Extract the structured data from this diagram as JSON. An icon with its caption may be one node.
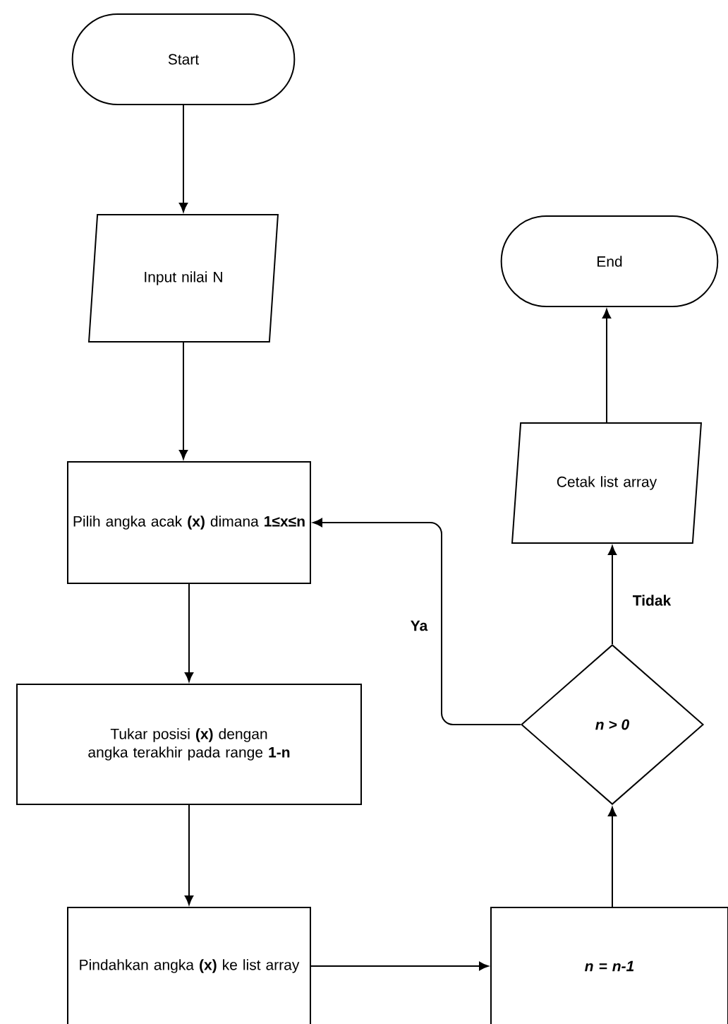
{
  "diagram": {
    "nodes": [
      {
        "text": [
          "Start"
        ]
      },
      {
        "text": [
          "Input nilai N"
        ]
      },
      {
        "text": [
          "Pilih angka acak **(x)** dimana **1≤x≤n**"
        ]
      },
      {
        "text": [
          "Tukar posisi **(x)** dengan angka terakhir pada range **1-n**"
        ]
      },
      {
        "text": [
          "Pindahkan angka **(x)** ke list array"
        ]
      },
      {
        "text": [
          "n = n-1"
        ]
      },
      {
        "text": [
          "n > 0"
        ]
      },
      {
        "text": [
          "Cetak list array"
        ]
      },
      {
        "text": [
          "End"
        ]
      }
    ],
    "edges": [
      {
        "from": 0,
        "to": 1,
        "arrow": "to"
      },
      {
        "from": 1,
        "to": 2,
        "arrow": "to"
      },
      {
        "from": 2,
        "to": 3,
        "arrow": "to"
      },
      {
        "from": 3,
        "to": 4,
        "arrow": "to"
      },
      {
        "from": 4,
        "to": 5,
        "arrow": "to"
      },
      {
        "from": 5,
        "to": 6,
        "arrow": "to"
      },
      {
        "from": 6,
        "to": 7,
        "label": "Tidak",
        "arrow": "to"
      },
      {
        "from": 7,
        "to": 8,
        "arrow": "to"
      },
      {
        "from": 6,
        "to": 2,
        "label": "Ya",
        "arrow": "to"
      }
    ]
  }
}
